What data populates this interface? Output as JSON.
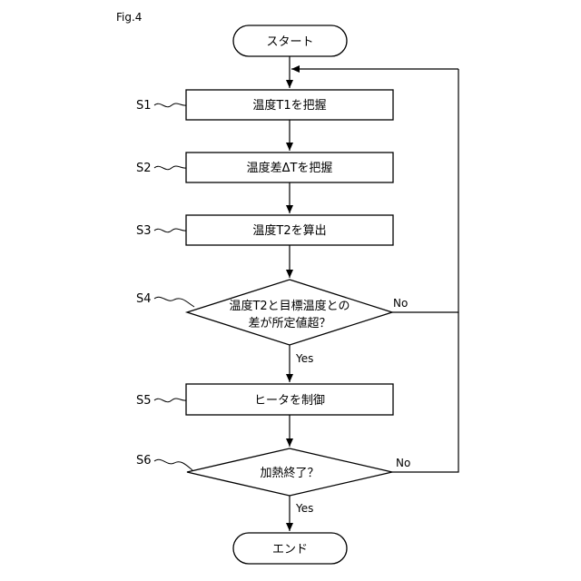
{
  "figure_label": "Fig.4",
  "start": "スタート",
  "end": "エンド",
  "steps": [
    {
      "id": "S1",
      "text": "温度T1を把握"
    },
    {
      "id": "S2",
      "text": "温度差ΔTを把握"
    },
    {
      "id": "S3",
      "text": "温度T2を算出"
    },
    {
      "id": "S4",
      "line1": "温度T2と目標温度との",
      "line2": "差が所定値超？"
    },
    {
      "id": "S5",
      "text": "ヒータを制御"
    },
    {
      "id": "S6",
      "text": "加熱終了？"
    }
  ],
  "branches": {
    "yes": "Yes",
    "no": "No"
  }
}
